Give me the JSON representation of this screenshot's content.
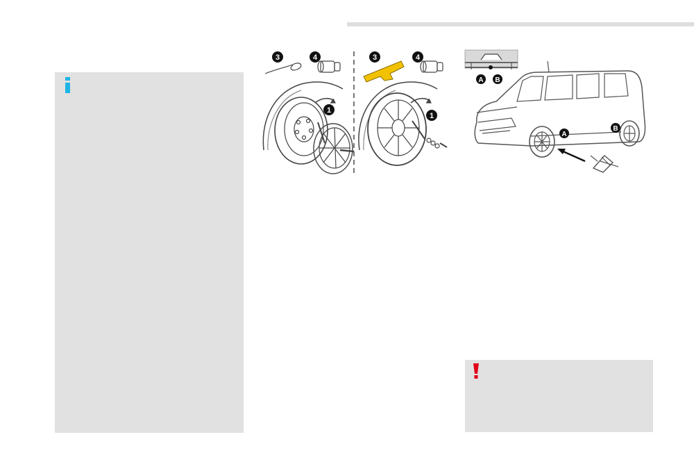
{
  "info_box": {
    "icon": "info-icon",
    "accent": "#1eb4e6"
  },
  "warning_box": {
    "icon": "exclamation-icon",
    "accent": "#e2001a"
  },
  "wheel_figure": {
    "callouts": [
      "3",
      "4",
      "1",
      "3",
      "4",
      "1"
    ],
    "accent": "#f2c200"
  },
  "van_figure": {
    "callouts": [
      "A",
      "B",
      "A",
      "B"
    ]
  }
}
